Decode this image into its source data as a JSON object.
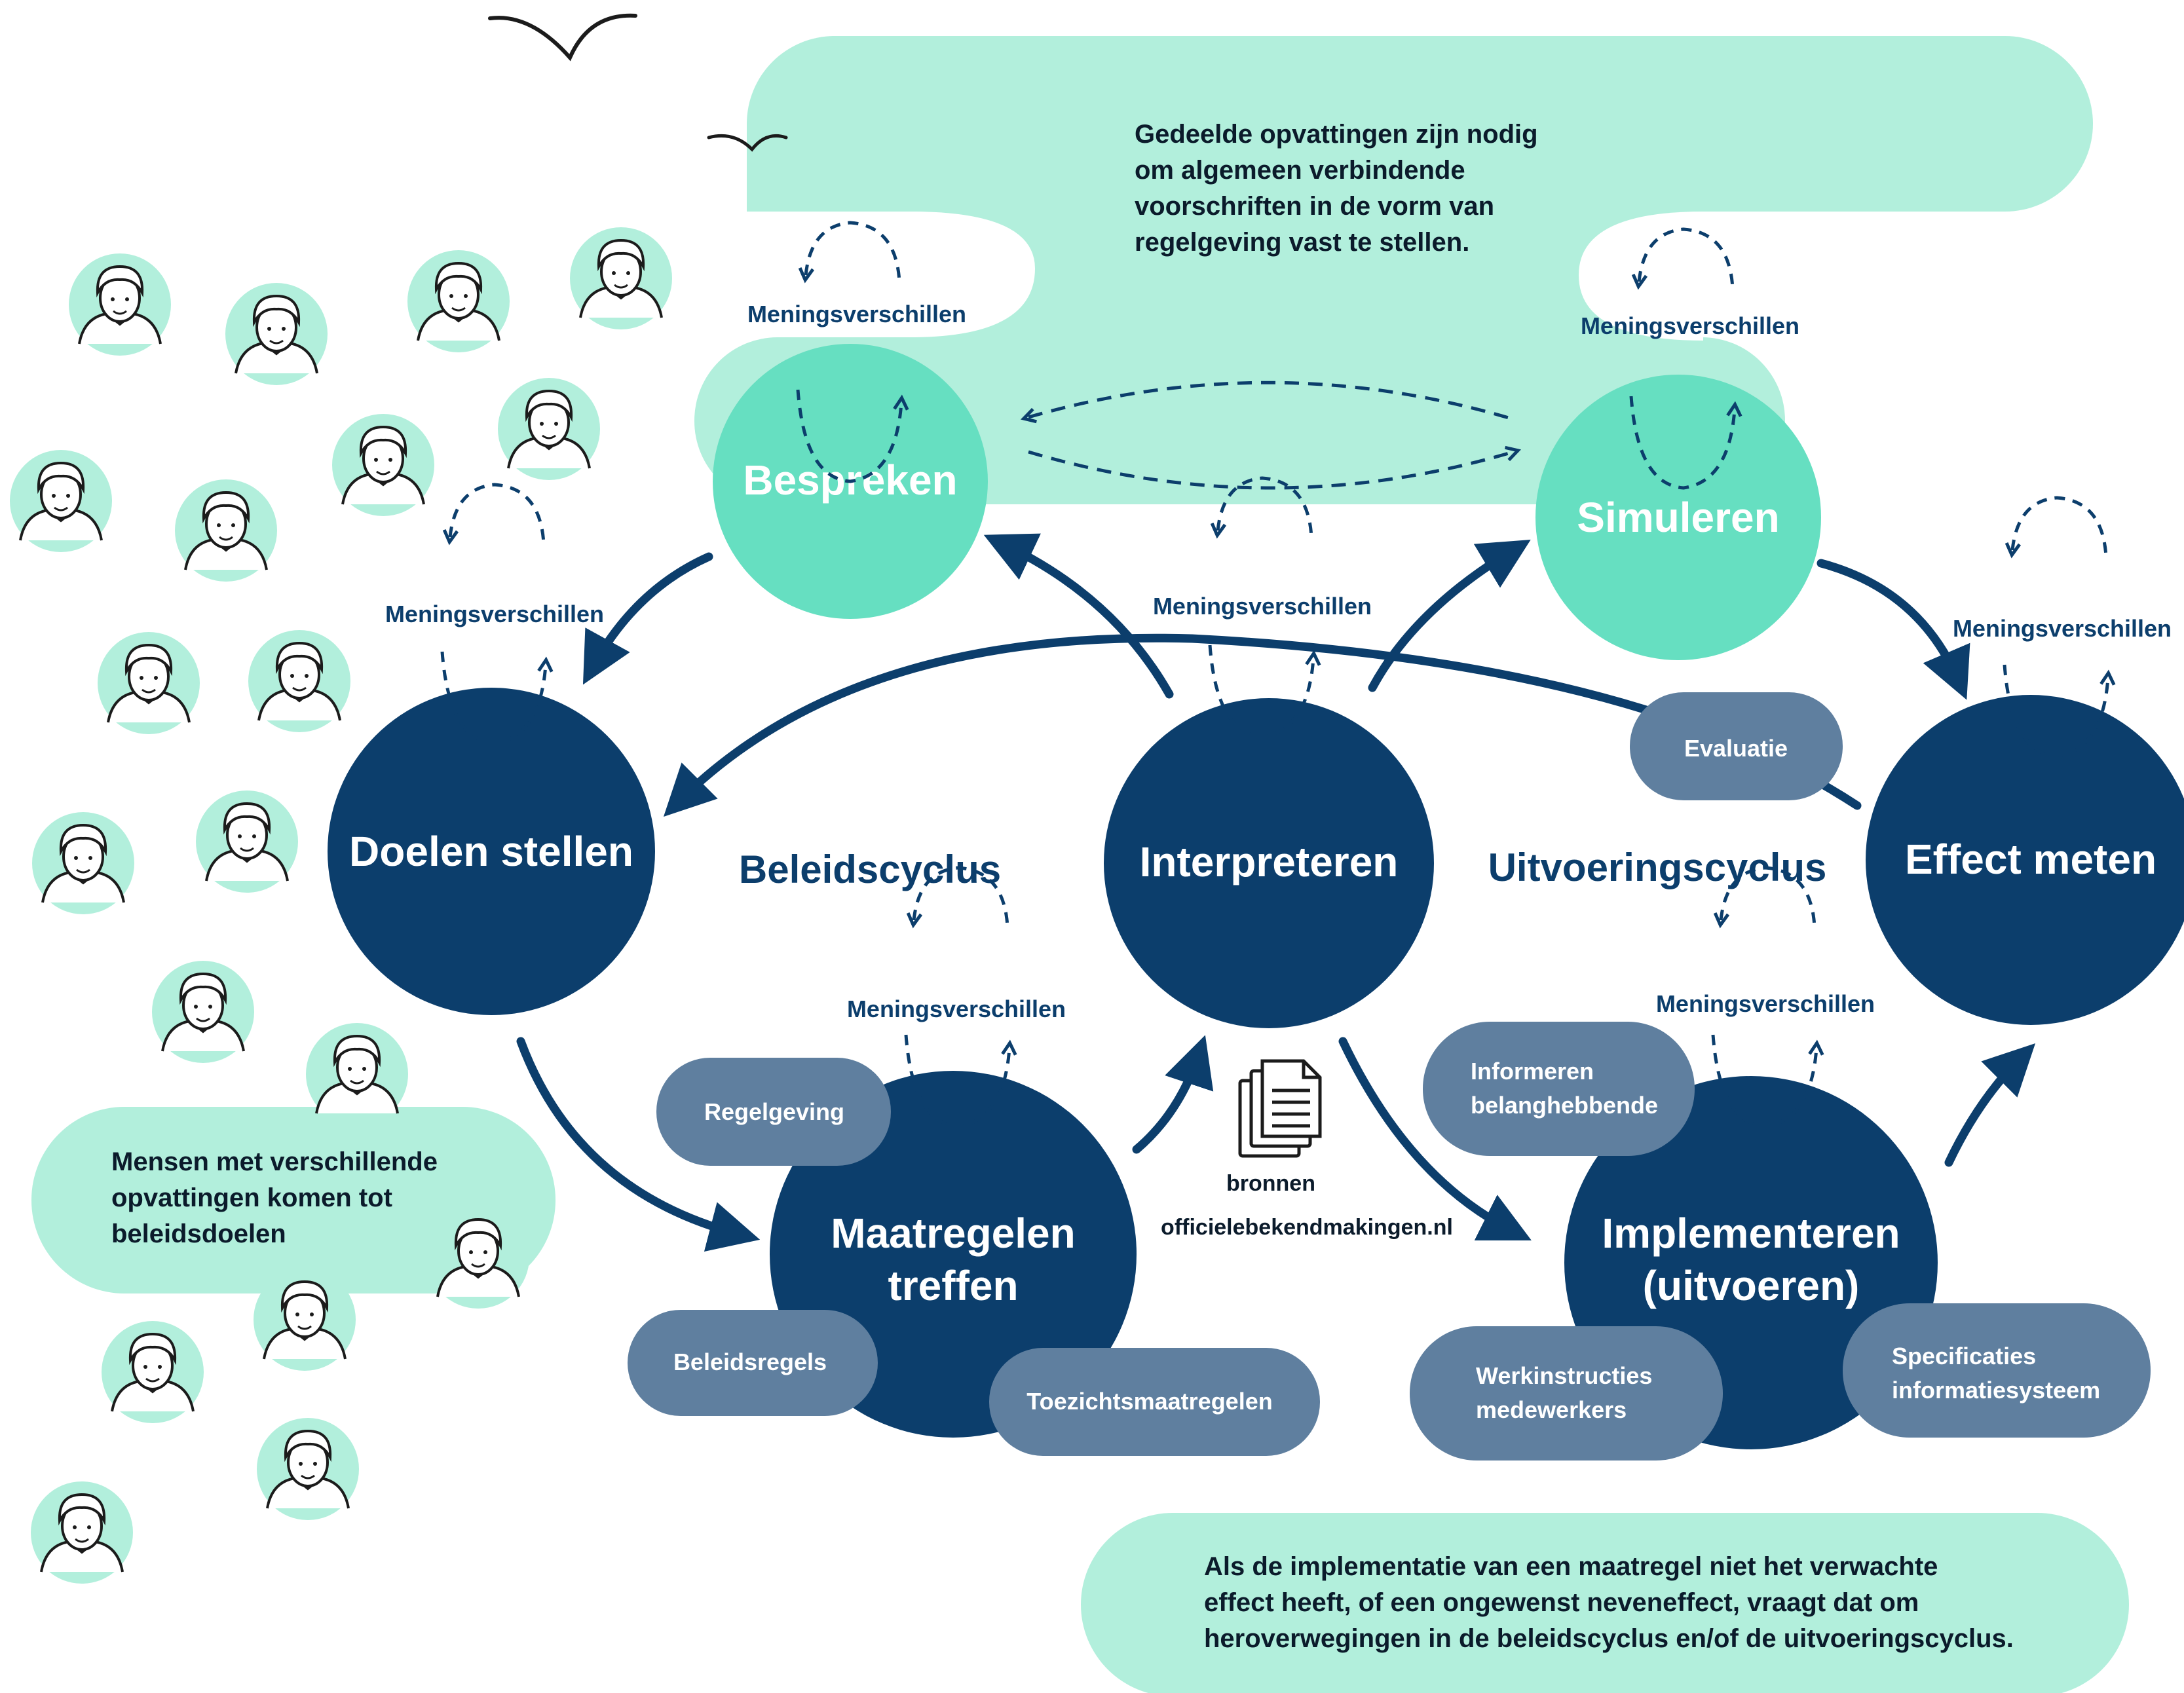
{
  "colors": {
    "dark_blue": "#0c3e6c",
    "teal": "#66dfc1",
    "light_teal": "#b2efdc",
    "pill_blue": "#5f7f9f",
    "text_dark": "#0b1b2b",
    "white": "#ffffff"
  },
  "nodes": {
    "bespreken": "Bespreken",
    "simuleren": "Simuleren",
    "doelen_stellen": "Doelen stellen",
    "interpreteren": "Interpreteren",
    "effect_meten": "Effect meten",
    "maatregelen_line1": "Maatregelen",
    "maatregelen_line2": "treffen",
    "implementeren_line1": "Implementeren",
    "implementeren_line2": "(uitvoeren)"
  },
  "cycles": {
    "beleid": "Beleidscyclus",
    "uitvoering": "Uitvoeringscyclus"
  },
  "disagreement_label": "Meningsverschillen",
  "pills": {
    "evaluatie": "Evaluatie",
    "regelgeving": "Regelgeving",
    "beleidsregels": "Beleidsregels",
    "toezichtsmaatregelen": "Toezichtsmaatregelen",
    "informeren_line1": "Informeren",
    "informeren_line2": "belanghebbende",
    "werkinstructies_line1": "Werkinstructies",
    "werkinstructies_line2": "medewerkers",
    "specificaties_line1": "Specificaties",
    "specificaties_line2": "informatiesysteem"
  },
  "notes": {
    "top": [
      "Gedeelde opvattingen zijn nodig",
      "om algemeen verbindende",
      "voorschriften in de vorm van",
      "regelgeving vast te stellen."
    ],
    "left": [
      "Mensen met verschillende",
      "opvattingen komen tot",
      "beleidsdoelen"
    ],
    "bottom": [
      "Als de implementatie van een maatregel niet het verwachte",
      "effect heeft, of een ongewenst neveneffect, vraagt dat om",
      "heroverwegingen in de beleidscyclus en/of de uitvoeringscyclus."
    ]
  },
  "sources": {
    "label": "bronnen",
    "site": "officielebekendmakingen.nl"
  },
  "people_icons": {
    "icon_name": "person-avatar-icon",
    "count": 21
  },
  "birds": {
    "icon_name": "bird-icon",
    "count": 2
  }
}
